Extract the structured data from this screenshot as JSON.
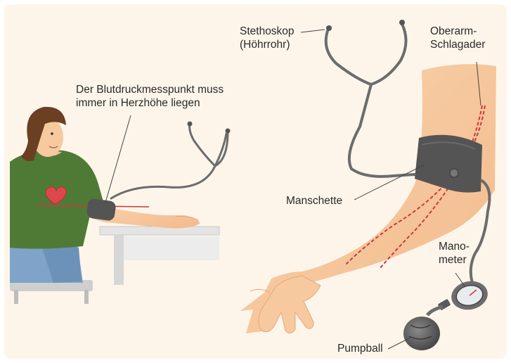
{
  "labels": {
    "stethoskop_line1": "Stethoskop",
    "stethoskop_line2": "(Höhrrohr)",
    "messpunkt_line1": "Der Blutdruckmesspunkt muss",
    "messpunkt_line2": "immer in Herzhöhe liegen",
    "oberarm_line1": "Oberarm-",
    "oberarm_line2": "Schlagader",
    "manschette": "Manschette",
    "manometer_line1": "Mano-",
    "manometer_line2": "meter",
    "pumpball": "Pumpball"
  },
  "colors": {
    "background": "#fdf5ea",
    "skin": "#f7c99e",
    "shirt": "#4f7a36",
    "jeans": "#7fa3c9",
    "hair": "#6a3f22",
    "cuff": "#545454",
    "tube": "#6c6c6c",
    "artery": "#c83c3c",
    "heart": "#e0474c"
  }
}
